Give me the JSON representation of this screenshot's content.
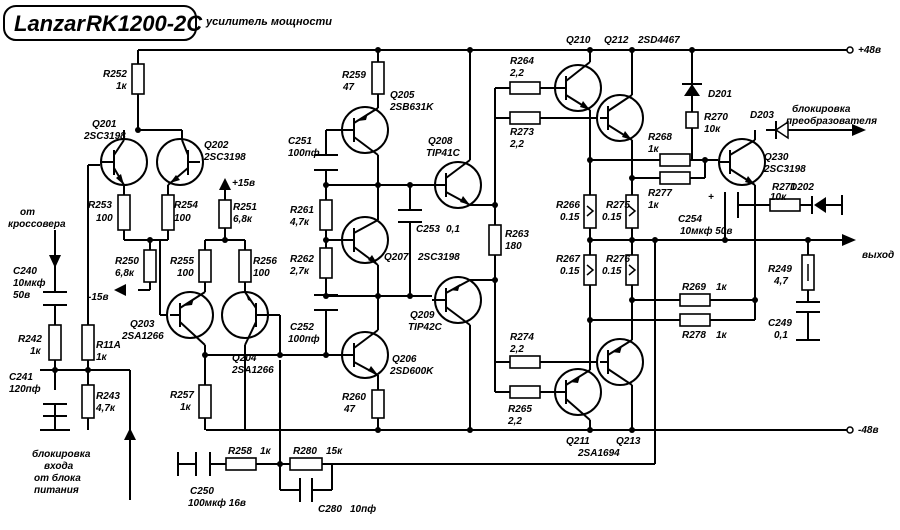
{
  "title": {
    "brand": "Lanzar",
    "model": "RK1200-2C",
    "subtitle": "усилитель мощности"
  },
  "rails": {
    "pos": "+48в",
    "neg": "-48в",
    "p15": "+15в",
    "m15": "-15в"
  },
  "ports": {
    "input_a": "от",
    "input_b": "кроссовера",
    "output": "выход",
    "block_conv_a": "блокировка",
    "block_conv_b": "преобразователя",
    "block_in_a": "блокировка",
    "block_in_b": "входа",
    "block_in_c": "от блока",
    "block_in_d": "питания"
  },
  "parts": {
    "R252": {
      "ref": "R252",
      "val": "1к"
    },
    "R253": {
      "ref": "R253",
      "val": "100"
    },
    "R254": {
      "ref": "R254",
      "val": "100"
    },
    "R250": {
      "ref": "R250",
      "val": "6,8к"
    },
    "R251": {
      "ref": "R251",
      "val": "6,8к"
    },
    "R255": {
      "ref": "R255",
      "val": "100"
    },
    "R256": {
      "ref": "R256",
      "val": "100"
    },
    "R257": {
      "ref": "R257",
      "val": "1к"
    },
    "R242": {
      "ref": "R242",
      "val": "1к"
    },
    "R11A": {
      "ref": "R11A",
      "val": "1к"
    },
    "R243": {
      "ref": "R243",
      "val": "4,7к"
    },
    "R258": {
      "ref": "R258",
      "val": "1к"
    },
    "R280": {
      "ref": "R280",
      "val": "15к"
    },
    "R259": {
      "ref": "R259",
      "val": "47"
    },
    "R260": {
      "ref": "R260",
      "val": "47"
    },
    "R261": {
      "ref": "R261",
      "val": "4,7к"
    },
    "R262": {
      "ref": "R262",
      "val": "2,7к"
    },
    "R263": {
      "ref": "R263",
      "val": "180"
    },
    "R264": {
      "ref": "R264",
      "val": "2,2"
    },
    "R273": {
      "ref": "R273",
      "val": "2,2"
    },
    "R274": {
      "ref": "R274",
      "val": "2,2"
    },
    "R265": {
      "ref": "R265",
      "val": "2,2"
    },
    "R266": {
      "ref": "R266",
      "val": "0.15"
    },
    "R275": {
      "ref": "R275",
      "val": "0.15"
    },
    "R267": {
      "ref": "R267",
      "val": "0.15"
    },
    "R276": {
      "ref": "R276",
      "val": "0.15"
    },
    "R268": {
      "ref": "R268",
      "val": "1к"
    },
    "R277": {
      "ref": "R277",
      "val": "1к"
    },
    "R270": {
      "ref": "R270",
      "val": "10к"
    },
    "R271": {
      "ref": "R271",
      "val": "10к"
    },
    "R269": {
      "ref": "R269",
      "val": "1к"
    },
    "R278": {
      "ref": "R278",
      "val": "1к"
    },
    "R249": {
      "ref": "R249",
      "val": "4,7"
    },
    "C240": {
      "ref": "C240",
      "val": "10мкф",
      "val2": "50в"
    },
    "C241": {
      "ref": "C241",
      "val": "120пф"
    },
    "C250": {
      "ref": "C250",
      "val": "100мкф 16в"
    },
    "C280": {
      "ref": "C280",
      "val": "10пф"
    },
    "C251": {
      "ref": "C251",
      "val": "100пф"
    },
    "C252": {
      "ref": "C252",
      "val": "100пф"
    },
    "C253": {
      "ref": "C253",
      "val": "0,1"
    },
    "C254": {
      "ref": "C254",
      "val": "10мкф 50в"
    },
    "C249": {
      "ref": "C249",
      "val": "0,1"
    },
    "Q201": {
      "ref": "Q201",
      "val": "2SC3198"
    },
    "Q202": {
      "ref": "Q202",
      "val": "2SC3198"
    },
    "Q203": {
      "ref": "Q203",
      "val": "2SA1266"
    },
    "Q204": {
      "ref": "Q204",
      "val": "2SA1266"
    },
    "Q205": {
      "ref": "Q205",
      "val": "2SB631K"
    },
    "Q206": {
      "ref": "Q206",
      "val": "2SD600K"
    },
    "Q207": {
      "ref": "Q207",
      "val": "2SC3198"
    },
    "Q208": {
      "ref": "Q208",
      "val": "TIP41C"
    },
    "Q209": {
      "ref": "Q209",
      "val": "TIP42C"
    },
    "Q210": {
      "ref": "Q210"
    },
    "Q212": {
      "ref": "Q212",
      "val": "2SD4467"
    },
    "Q211": {
      "ref": "Q211",
      "val": "2SA1694"
    },
    "Q213": {
      "ref": "Q213"
    },
    "Q230": {
      "ref": "Q230",
      "val": "2SC3198"
    },
    "D201": {
      "ref": "D201"
    },
    "D202": {
      "ref": "D202"
    },
    "D203": {
      "ref": "D203"
    }
  }
}
